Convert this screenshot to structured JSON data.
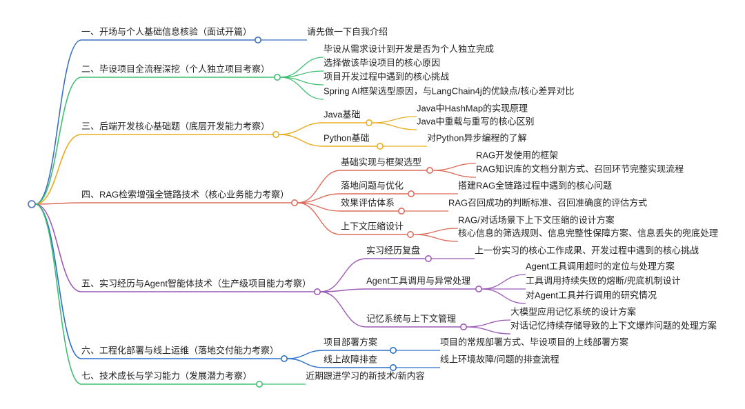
{
  "colors": {
    "root": "#5b7bbd",
    "b1": "#3a6fc4",
    "b2": "#3fbf72",
    "b3": "#e8ad1f",
    "b4": "#dd6b5c",
    "b5": "#9b59b6",
    "b6": "#2a6fc9",
    "b7": "#3fbf72"
  },
  "branches": [
    {
      "label": "一、开场与个人基础信息核验（面试开篇）",
      "children": [
        {
          "label": "请先做一下自我介绍"
        }
      ]
    },
    {
      "label": "二、毕设项目全流程深挖（个人独立项目考察）",
      "children": [
        {
          "label": "毕设从需求设计到开发是否为个人独立完成"
        },
        {
          "label": "选择做该毕设项目的核心原因"
        },
        {
          "label": "项目开发过程中遇到的核心挑战"
        },
        {
          "label": "Spring AI框架选型原因，与LangChain4j的优缺点/核心差异对比"
        }
      ]
    },
    {
      "label": "三、后端开发核心基础题（底层开发能力考察）",
      "children": [
        {
          "label": "Java基础",
          "children": [
            {
              "label": "Java中HashMap的实现原理"
            },
            {
              "label": "Java中重载与重写的核心区别"
            }
          ]
        },
        {
          "label": "Python基础",
          "children": [
            {
              "label": "对Python异步编程的了解"
            }
          ]
        }
      ]
    },
    {
      "label": "四、RAG检索增强全链路技术（核心业务能力考察）",
      "children": [
        {
          "label": "基础实现与框架选型",
          "children": [
            {
              "label": "RAG开发使用的框架"
            },
            {
              "label": "RAG知识库的文档分割方式、召回环节完整实现流程"
            }
          ]
        },
        {
          "label": "落地问题与优化",
          "children": [
            {
              "label": "搭建RAG全链路过程中遇到的核心问题"
            }
          ]
        },
        {
          "label": "效果评估体系",
          "children": [
            {
              "label": "RAG召回成功的判断标准、召回准确度的评估方式"
            }
          ]
        },
        {
          "label": "上下文压缩设计",
          "children": [
            {
              "label": "RAG/对话场景下上下文压缩的设计方案"
            },
            {
              "label": "核心信息的筛选规则、信息完整性保障方案、信息丢失的兜底处理"
            }
          ]
        }
      ]
    },
    {
      "label": "五、实习经历与Agent智能体技术（生产级项目能力考察）",
      "children": [
        {
          "label": "实习经历复盘",
          "children": [
            {
              "label": "上一份实习的核心工作成果、开发过程中遇到的核心挑战"
            }
          ]
        },
        {
          "label": "Agent工具调用与异常处理",
          "children": [
            {
              "label": "Agent工具调用超时的定位与处理方案"
            },
            {
              "label": "工具调用持续失败的熔断/兜底机制设计"
            },
            {
              "label": "对Agent工具并行调用的研究情况"
            }
          ]
        },
        {
          "label": "记忆系统与上下文管理",
          "children": [
            {
              "label": "大模型应用记忆系统的设计方案"
            },
            {
              "label": "对话记忆持续存储导致的上下文爆炸问题的处理方案"
            }
          ]
        }
      ]
    },
    {
      "label": "六、工程化部署与线上运维（落地交付能力考察）",
      "children": [
        {
          "label": "项目部署方案",
          "children": [
            {
              "label": "项目的常规部署方式、毕设项目的上线部署方案"
            }
          ]
        },
        {
          "label": "线上故障排查",
          "children": [
            {
              "label": "线上环境故障/问题的排查流程"
            }
          ]
        }
      ]
    },
    {
      "label": "七、技术成长与学习能力（发展潜力考察）",
      "children": [
        {
          "label": "近期跟进学习的新技术/新内容"
        }
      ]
    }
  ]
}
